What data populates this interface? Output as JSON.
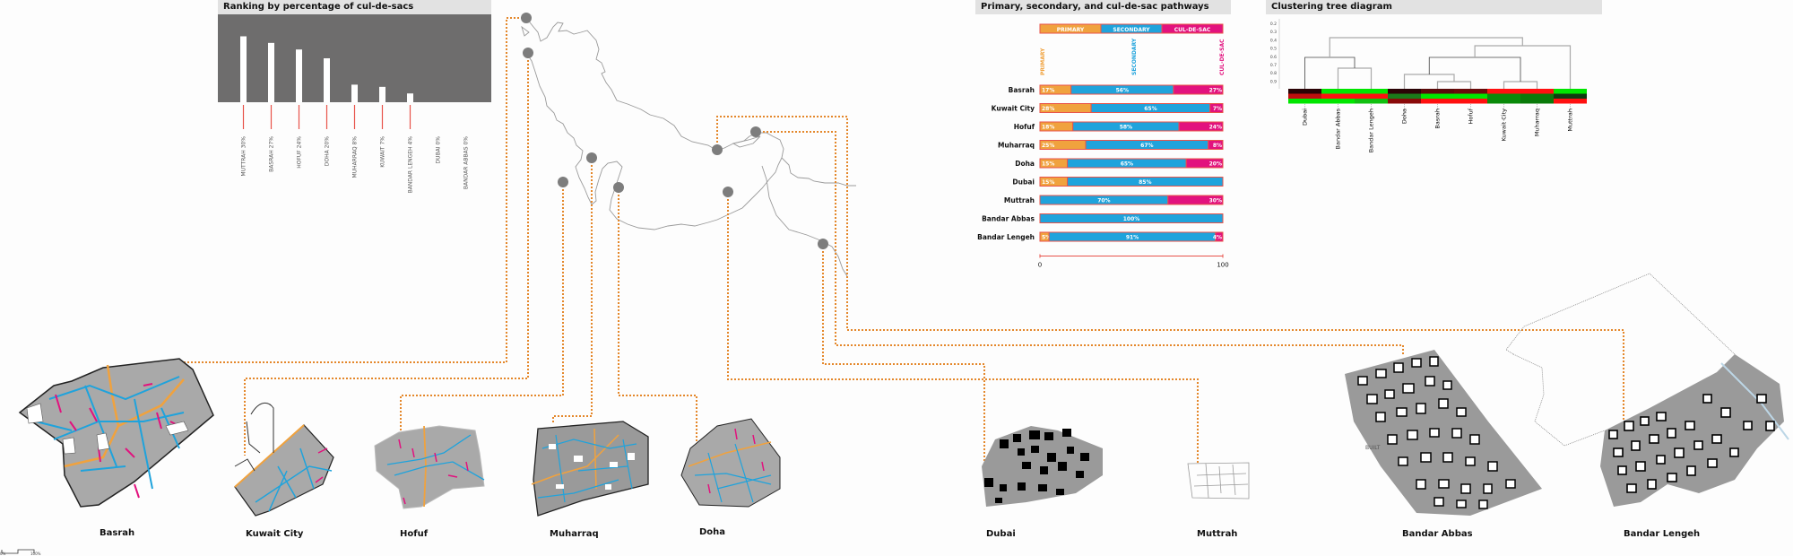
{
  "colors": {
    "primary": "#f0a23e",
    "secondary": "#1fa3dc",
    "culdesac": "#e2127e",
    "outline": "#e8534a",
    "leader": "#e4872a",
    "dark_panel": "#6e6d6d",
    "marker": "#7d7d7d"
  },
  "panels": {
    "ranking_title": "Ranking by percentage of cul-de-sacs",
    "pathways_title": "Primary, secondary, and cul-de-sac pathways",
    "cluster_title": "Clustering tree diagram"
  },
  "chart_data": [
    {
      "type": "bar",
      "title": "Ranking by percentage of cul-de-sacs",
      "categories": [
        "MUTTRAH",
        "BASRAH",
        "HOFUF",
        "DOHA",
        "MUHARRAQ",
        "KUWAIT",
        "BANDAR LENGEH",
        "DUBAI",
        "BANDAR ABBAS"
      ],
      "values": [
        30,
        27,
        24,
        20,
        8,
        7,
        4,
        0,
        0
      ],
      "labels": [
        "MUTTRAH  30%",
        "BASRAH  27%",
        "HOFUF  24%",
        "DOHA  20%",
        "MUHARRAQ  8%",
        "KUWAIT  7%",
        "BANDAR LENGEH  4%",
        "DUBAI  0%",
        "BANDAR ABBAS  0%"
      ],
      "ylim": [
        0,
        40
      ]
    },
    {
      "type": "bar",
      "stacked": true,
      "orientation": "horizontal",
      "title": "Primary, secondary, and cul-de-sac pathways",
      "legend": [
        "PRIMARY",
        "SECONDARY",
        "CUL-DE-SAC"
      ],
      "legend_placement": "top",
      "categories": [
        "Basrah",
        "Kuwait City",
        "Hofuf",
        "Muharraq",
        "Doha",
        "Dubai",
        "Muttrah",
        "Bandar Abbas",
        "Bandar Lengeh"
      ],
      "series": [
        {
          "name": "PRIMARY",
          "values": [
            17,
            28,
            18,
            25,
            15,
            15,
            0,
            0,
            5
          ],
          "labels": [
            "17%",
            "28%",
            "18%",
            "25%",
            "15%",
            "15%",
            "",
            "",
            "5%"
          ]
        },
        {
          "name": "SECONDARY",
          "values": [
            56,
            65,
            58,
            67,
            65,
            85,
            70,
            100,
            91
          ],
          "labels": [
            "56%",
            "65%",
            "58%",
            "67%",
            "65%",
            "85%",
            "70%",
            "100%",
            "91%"
          ]
        },
        {
          "name": "CUL-DE-SAC",
          "values": [
            27,
            7,
            24,
            8,
            20,
            0,
            30,
            0,
            4
          ],
          "labels": [
            "27%",
            "7%",
            "24%",
            "8%",
            "20%",
            "",
            "30%",
            "",
            "4%"
          ]
        }
      ],
      "xlim": [
        0,
        100
      ],
      "xticks": [
        "0",
        "100"
      ]
    },
    {
      "type": "heatmap",
      "title": "Clustering tree diagram",
      "yticks": [
        "0.2",
        "0.3",
        "0.4",
        "0.5",
        "0.6",
        "0.7",
        "0.8",
        "0.9"
      ],
      "leaves": [
        "Dubai",
        "Bandar Abbas",
        "Bandar Lengeh",
        "Doha",
        "Basrah",
        "Hofuf",
        "Kuwait City",
        "Muharraq",
        "Muttrah"
      ],
      "heat_rows": [
        [
          "#2b0306",
          "#00e600",
          "#00e600",
          "#2b0306",
          "#5a0a0a",
          "#6a0a0a",
          "#ff1010",
          "#ff1010",
          "#00e600"
        ],
        [
          "#c00e0e",
          "#ff1010",
          "#ff1010",
          "#1a7a1a",
          "#00e600",
          "#00e600",
          "#0a8a0a",
          "#0a7a0a",
          "#103a10"
        ],
        [
          "#00e600",
          "#00e600",
          "#10c010",
          "#8a0a0a",
          "#ff1010",
          "#ff1010",
          "#0a8a0a",
          "#0a7a0a",
          "#ff1010"
        ]
      ]
    }
  ],
  "cities": [
    "Basrah",
    "Kuwait City",
    "Hofuf",
    "Muharraq",
    "Doha",
    "Dubai",
    "Muttrah",
    "Bandar Abbas",
    "Bandar Lengeh"
  ],
  "annotations": {
    "built_label": "BUILT",
    "scale_start": "0%",
    "scale_end": "100%"
  }
}
